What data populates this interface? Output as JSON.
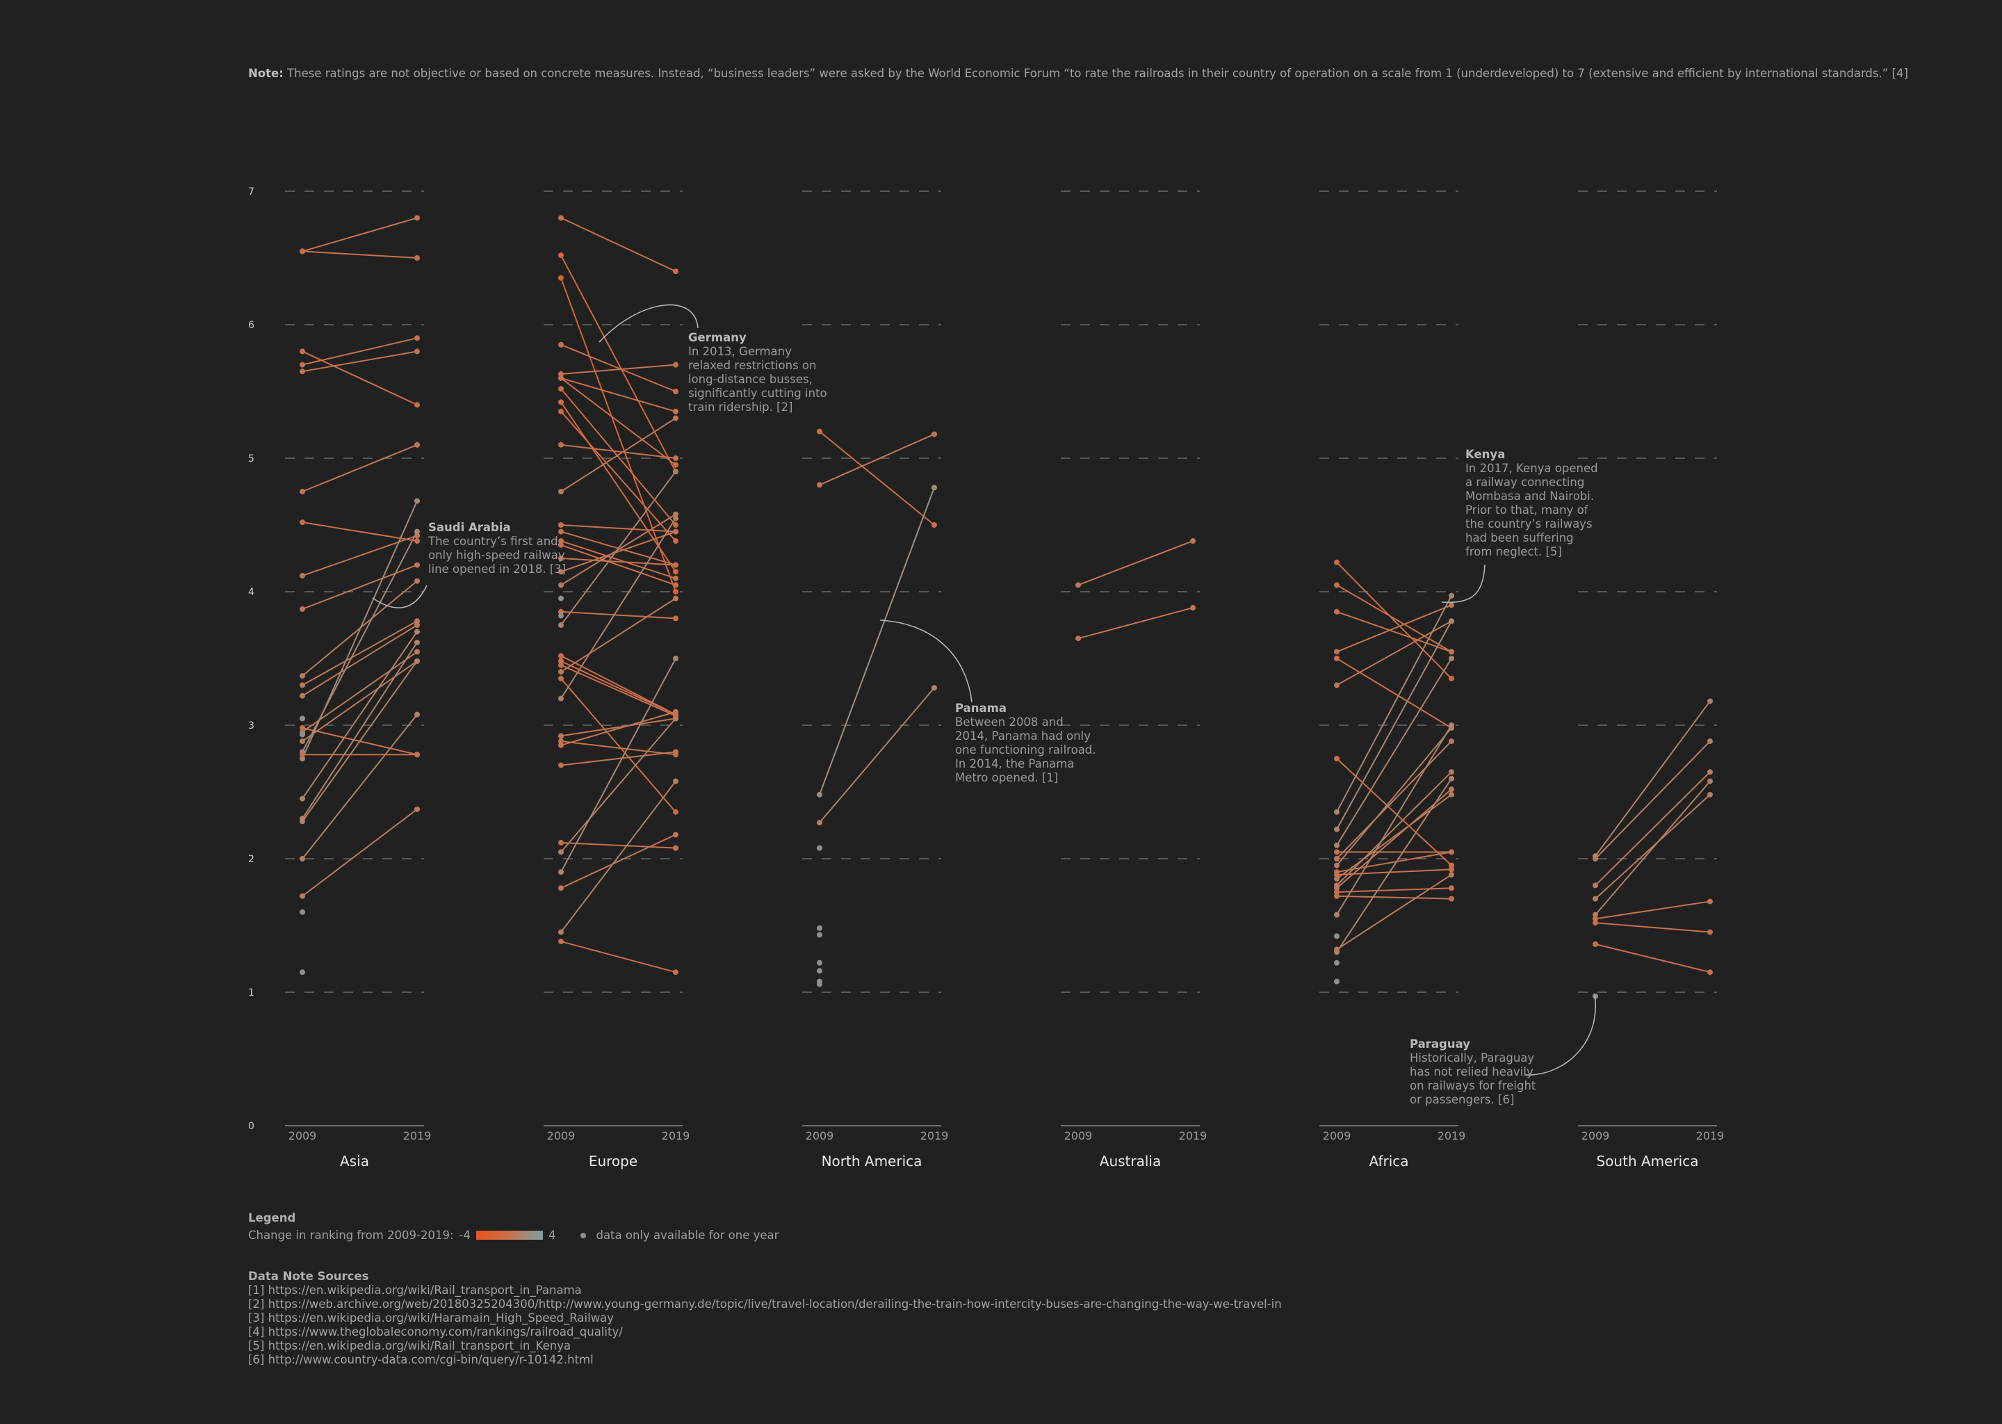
{
  "note": {
    "label": "Note:",
    "text": "These ratings are not objective or based on concrete measures. Instead, “business leaders” were asked by the World Economic Forum “to rate the railroads in their country of operation on a scale from 1 (underdeveloped) to 7 (extensive and efficient by international standards.” [4]"
  },
  "legend": {
    "title": "Legend",
    "change_label": "Change in ranking from 2009-2019:",
    "min_label": "-4",
    "max_label": "4",
    "single_label": "data only available for one year"
  },
  "sources": {
    "title": "Data Note Sources",
    "items": [
      "[1] https://en.wikipedia.org/wiki/Rail_transport_in_Panama",
      "[2] https://web.archive.org/web/20180325204300/http://www.young-germany.de/topic/live/travel-location/derailing-the-train-how-intercity-buses-are-changing-the-way-we-travel-in",
      "[3] https://en.wikipedia.org/wiki/Haramain_High_Speed_Railway",
      "[4] https://www.theglobaleconomy.com/rankings/railroad_quality/",
      "[5] https://en.wikipedia.org/wiki/Rail_transport_in_Kenya",
      "[6] http://www.country-data.com/cgi-bin/query/r-10142.html"
    ]
  },
  "colors": {
    "background": "#212121",
    "gradient_negative": "#ea5420",
    "gradient_mid": "#c7714c",
    "gradient_positive": "#7fa3a1",
    "single_year_dot": "#8f8f8f",
    "grid": "#6b6b6b"
  },
  "chart_data": {
    "type": "slope",
    "y_ticks": [
      "0",
      "1",
      "2",
      "3",
      "4",
      "5",
      "6",
      "7"
    ],
    "ylim": [
      0,
      7
    ],
    "grid": "dashed",
    "x_labels": [
      "2009",
      "2019"
    ],
    "color_scale": {
      "min": -4,
      "max": 4
    },
    "panels": [
      {
        "name": "Asia",
        "pairs": [
          [
            6.55,
            6.8
          ],
          [
            6.55,
            6.5
          ],
          [
            5.8,
            5.4
          ],
          [
            5.7,
            5.9
          ],
          [
            5.65,
            5.8
          ],
          [
            4.75,
            5.1
          ],
          [
            4.52,
            4.38
          ],
          [
            4.12,
            4.42
          ],
          [
            3.87,
            4.2
          ],
          [
            3.37,
            4.08
          ],
          [
            3.3,
            3.78
          ],
          [
            3.22,
            3.75
          ],
          [
            2.98,
            2.78
          ],
          [
            2.95,
            3.55
          ],
          [
            2.88,
            3.48
          ],
          [
            2.8,
            4.45
          ],
          [
            2.75,
            4.68
          ],
          [
            2.45,
            3.7
          ],
          [
            2.3,
            3.62
          ],
          [
            2.28,
            3.48
          ],
          [
            2.0,
            3.08
          ],
          [
            1.72,
            2.37
          ],
          [
            2.78,
            2.78
          ]
        ],
        "singles": [
          1.6,
          1.15,
          2.93,
          3.05
        ]
      },
      {
        "name": "Europe",
        "pairs": [
          [
            6.8,
            6.4
          ],
          [
            6.52,
            4.9
          ],
          [
            6.35,
            4.0
          ],
          [
            5.85,
            5.5
          ],
          [
            5.63,
            5.7
          ],
          [
            5.6,
            4.95
          ],
          [
            5.6,
            5.35
          ],
          [
            5.52,
            4.5
          ],
          [
            5.42,
            4.15
          ],
          [
            5.35,
            4.38
          ],
          [
            5.1,
            5.0
          ],
          [
            4.75,
            5.3
          ],
          [
            4.5,
            4.45
          ],
          [
            4.45,
            4.2
          ],
          [
            4.38,
            4.1
          ],
          [
            4.35,
            4.05
          ],
          [
            4.25,
            4.2
          ],
          [
            4.15,
            4.45
          ],
          [
            4.05,
            4.58
          ],
          [
            3.85,
            3.8
          ],
          [
            3.75,
            4.9
          ],
          [
            3.52,
            3.08
          ],
          [
            3.48,
            3.08
          ],
          [
            3.45,
            3.07
          ],
          [
            3.4,
            3.95
          ],
          [
            3.35,
            2.35
          ],
          [
            3.2,
            4.55
          ],
          [
            2.92,
            3.05
          ],
          [
            2.88,
            2.78
          ],
          [
            2.85,
            3.1
          ],
          [
            2.7,
            2.8
          ],
          [
            2.12,
            2.08
          ],
          [
            2.05,
            3.05
          ],
          [
            1.9,
            3.5
          ],
          [
            1.78,
            2.18
          ],
          [
            1.45,
            2.58
          ],
          [
            1.38,
            1.15
          ]
        ],
        "singles": [
          3.95,
          3.82
        ]
      },
      {
        "name": "North America",
        "pairs": [
          [
            5.2,
            4.5
          ],
          [
            4.8,
            5.18
          ],
          [
            2.48,
            4.78
          ],
          [
            2.27,
            3.28
          ]
        ],
        "singles": [
          2.08,
          1.48,
          1.43,
          1.22,
          1.16,
          1.08,
          1.06
        ]
      },
      {
        "name": "Australia",
        "pairs": [
          [
            4.05,
            4.38
          ],
          [
            3.65,
            3.88
          ]
        ],
        "singles": []
      },
      {
        "name": "Africa",
        "pairs": [
          [
            4.22,
            3.35
          ],
          [
            4.05,
            3.55
          ],
          [
            3.85,
            3.55
          ],
          [
            3.55,
            3.9
          ],
          [
            3.5,
            2.98
          ],
          [
            3.3,
            3.78
          ],
          [
            2.75,
            1.95
          ],
          [
            2.35,
            3.97
          ],
          [
            2.22,
            3.78
          ],
          [
            2.1,
            3.5
          ],
          [
            2.05,
            2.05
          ],
          [
            2.0,
            2.88
          ],
          [
            1.95,
            2.98
          ],
          [
            1.9,
            2.05
          ],
          [
            1.88,
            1.92
          ],
          [
            1.85,
            2.48
          ],
          [
            1.8,
            2.65
          ],
          [
            1.78,
            2.52
          ],
          [
            1.75,
            1.78
          ],
          [
            1.72,
            1.7
          ],
          [
            1.58,
            3.0
          ],
          [
            1.32,
            1.88
          ],
          [
            1.3,
            2.6
          ]
        ],
        "singles": [
          1.22,
          1.08,
          1.42
        ]
      },
      {
        "name": "South America",
        "pairs": [
          [
            2.02,
            3.18
          ],
          [
            2.0,
            2.88
          ],
          [
            1.8,
            2.65
          ],
          [
            1.7,
            2.48
          ],
          [
            1.58,
            2.58
          ],
          [
            1.55,
            1.68
          ],
          [
            1.52,
            1.45
          ],
          [
            1.36,
            1.15
          ]
        ],
        "singles": [
          0.97
        ]
      }
    ],
    "annotations": [
      {
        "title": "Saudi Arabia",
        "lines": [
          "The country’s first and",
          "only high-speed railway",
          "line opened in 2018. [3]"
        ]
      },
      {
        "title": "Germany",
        "lines": [
          "In 2013, Germany",
          "relaxed restrictions on",
          "long-distance busses,",
          "significantly cutting into",
          "train ridership. [2]"
        ]
      },
      {
        "title": "Panama",
        "lines": [
          "Between 2008 and",
          "2014, Panama had only",
          "one functioning railroad.",
          "In 2014, the Panama",
          "Metro opened. [1]"
        ]
      },
      {
        "title": "Kenya",
        "lines": [
          "In 2017, Kenya opened",
          "a railway connecting",
          "Mombasa and Nairobi.",
          "Prior to that, many of",
          "the country’s railways",
          "had been suffering",
          "from neglect. [5]"
        ]
      },
      {
        "title": "Paraguay",
        "lines": [
          "Historically, Paraguay",
          "has not relied heavily",
          "on railways for freight",
          "or passengers. [6]"
        ]
      }
    ]
  }
}
